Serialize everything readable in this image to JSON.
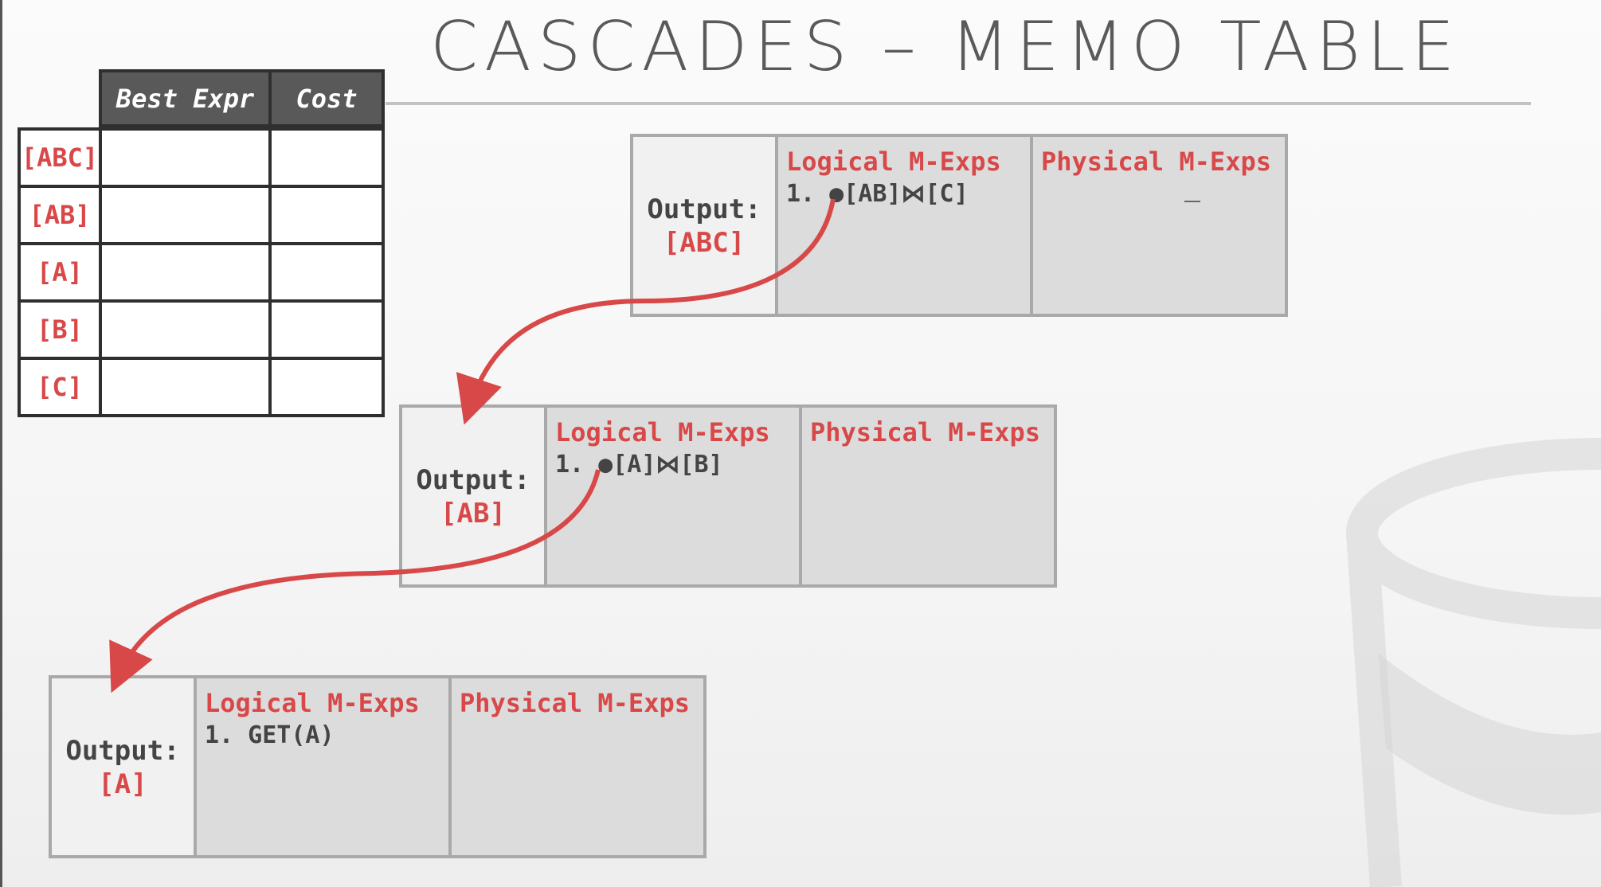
{
  "title": "CASCADES – MEMO TABLE",
  "memo_table": {
    "headers": [
      "Best Expr",
      "Cost"
    ],
    "rows": [
      "[ABC]",
      "[AB]",
      "[A]",
      "[B]",
      "[C]"
    ]
  },
  "groups": [
    {
      "output_label": "Output:",
      "output_value": "[ABC]",
      "logical_header": "Logical M-Exps",
      "logical_item": "1. ●[AB]⋈[C]",
      "physical_header": "Physical M-Exps"
    },
    {
      "output_label": "Output:",
      "output_value": "[AB]",
      "logical_header": "Logical M-Exps",
      "logical_item": "1. ●[A]⋈[B]",
      "physical_header": "Physical M-Exps"
    },
    {
      "output_label": "Output:",
      "output_value": "[A]",
      "logical_header": "Logical M-Exps",
      "logical_item": "1.  GET(A)",
      "physical_header": "Physical M-Exps"
    }
  ],
  "colors": {
    "accent": "#d94848",
    "dark_text": "#444444",
    "cell_fill": "#dcdcdc",
    "border": "#a9a9a9"
  }
}
